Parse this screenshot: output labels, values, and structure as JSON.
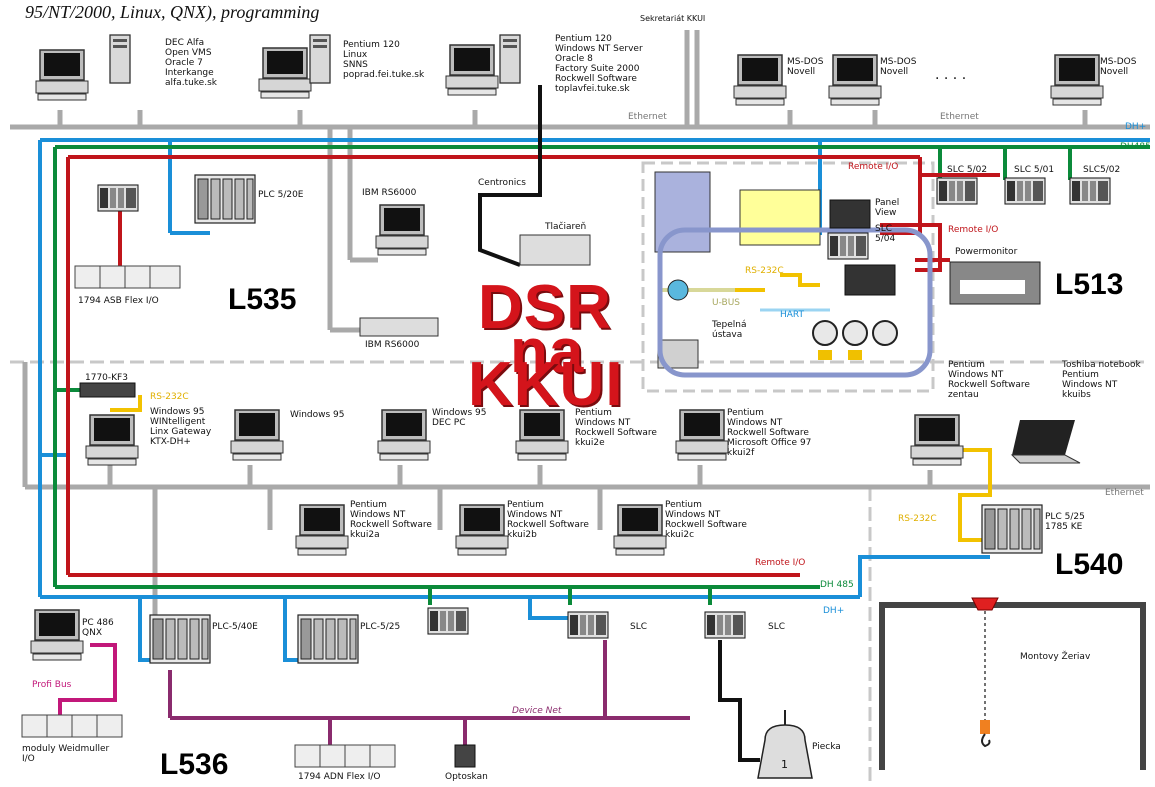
{
  "header_fragment": "95/NT/2000, Linux, QNX), programming",
  "colors": {
    "ethernet": "#a9a9a9",
    "dh_plus": "#1a8fd8",
    "dh485": "#0b8a3a",
    "remote_io": "#c0151b",
    "rs232": "#f2c200",
    "profibus": "#c2187a",
    "devicenet": "#8a2b6d"
  },
  "labels": {
    "sekretariat": "Sekretariát KKUI",
    "dec": "DEC Alfa\nOpen VMS\nOracle 7\nInterkange\nalfa.tuke.sk",
    "pentium_linux": "Pentium 120\nLinux\nSNNS\npoprad.fei.tuke.sk",
    "pentium_nt_server": "Pentium 120\nWindows NT Server\nOracle 8\nFactory Suite 2000\nRockwell Software\ntoplavfei.tuke.sk",
    "msdos1": "MS-DOS\nNovell",
    "msdos2": "MS-DOS\nNovell",
    "msdos3": "MS-DOS\nNovell",
    "dots": ". . . .",
    "ethernet_top": "Ethernet",
    "ethernet_top_right": "Ethernet",
    "dh_plus_top": "DH+",
    "dh485_top": "DH485",
    "remote_io_top": "Remote I/O",
    "slc502_a": "SLC 5/02",
    "slc501": "SLC 5/01",
    "slc502_b": "SLC5/02",
    "plc5_20e": "PLC 5/20E",
    "ibm_rs6000_top": "IBM RS6000",
    "centronics": "Centronics",
    "tlaciaren": "Tlačiareň",
    "flex_io_1794": "1794 ASB Flex I/O",
    "l535": "L535",
    "ibm_rs6000_bottom": "IBM RS6000",
    "panel_view": "Panel\nView",
    "remote_io_l513": "Remote I/O",
    "slc504": "SLC\n5/04",
    "powermonitor": "Powermonitor",
    "rs232_l513": "RS-232C",
    "l513": "L513",
    "ubus": "U-BUS",
    "hart": "HART",
    "tepelna": "Tepelná\nústava",
    "dsr1": "DSR",
    "dsr2": "na",
    "dsr3": "KKUI",
    "kf3": "1770-KF3",
    "rs232_left": "RS-232C",
    "win95_wingate": "Windows 95\nWINtelligent\nLinx Gateway\nKTX-DH+",
    "win95_a": "Windows 95",
    "win95_dec": "Windows 95\nDEC PC",
    "pentium_kkui2e": "Pentium\nWindows NT\nRockwell Software\nkkui2e",
    "pentium_kkui2f": "Pentium\nWindows NT\nRockwell Software\nMicrosoft Office 97\nkkui2f",
    "pentium_zentau": "Pentium\nWindows NT\nRockwell Software\nzentau",
    "toshiba": "Toshiba notebook\nPentium\nWindows NT\nkkuibs",
    "ethernet_mid": "Ethernet",
    "pentium_kkui2a": "Pentium\nWindows NT\nRockwell Software\nkkui2a",
    "pentium_kkui2b": "Pentium\nWindows NT\nRockwell Software\nkkui2b",
    "pentium_kkui2c": "Pentium\nWindows NT\nRockwell Software\nkkui2c",
    "rs232_l540": "RS-232C",
    "plc525": "PLC 5/25\n1785 KE",
    "l540": "L540",
    "remote_io_bottom": "Remote I/O",
    "dh485_bottom": "DH 485",
    "dh_plus_bottom": "DH+",
    "pc486": "PC 486\nQNX",
    "profibus": "Profi Bus",
    "plc5_40e": "PLC-5/40E",
    "plc5_25": "PLC-5/25",
    "slc_a": "SLC",
    "slc_b": "SLC",
    "devicenet": "Device Net",
    "montovy": "Montovy Žeriav",
    "moduly": "moduly Weidmuller\nI/O",
    "l536": "L536",
    "flex_io_adn": "1794 ADN Flex I/O",
    "optoskan": "Optoskan",
    "piecka": "Piecka",
    "piecka_num": "1"
  }
}
